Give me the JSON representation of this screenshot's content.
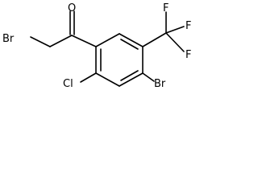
{
  "molecule": {
    "atoms": {
      "oxygen": "O",
      "bromine_methyl": "Br",
      "chlorine": "Cl",
      "bromine_ring": "Br",
      "fluorine_top": "F",
      "fluorine_right_upper": "F",
      "fluorine_right_lower": "F"
    }
  }
}
